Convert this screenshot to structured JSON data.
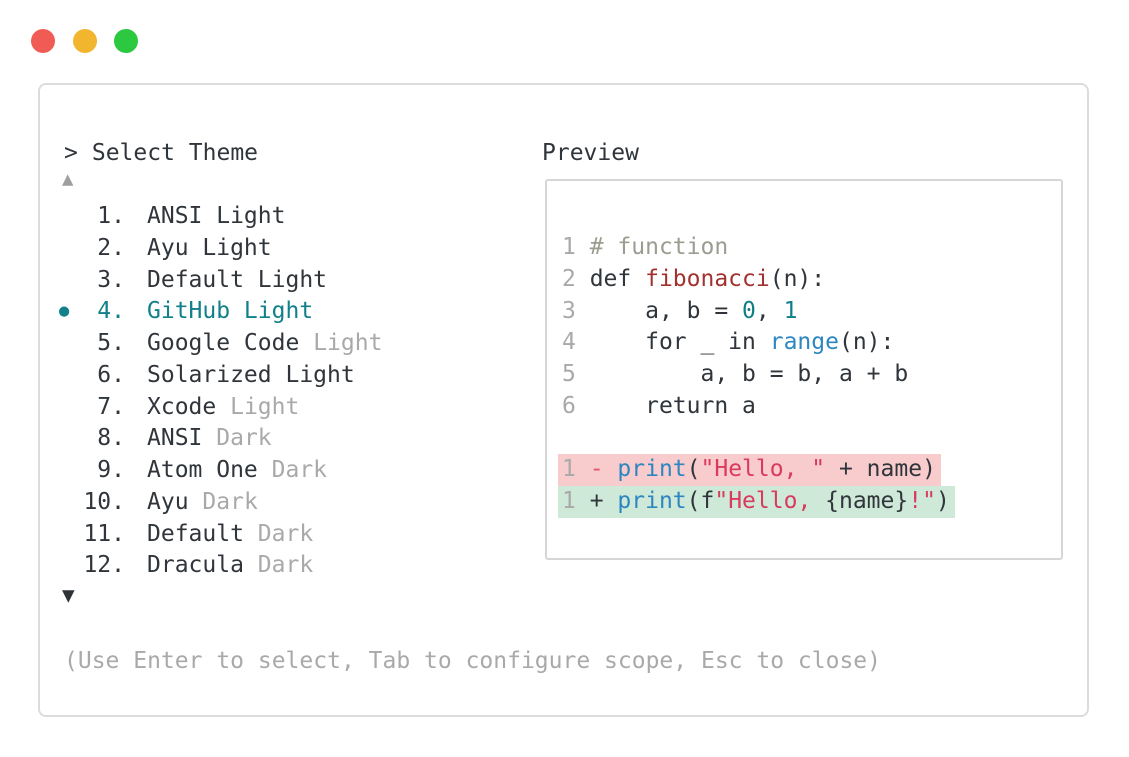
{
  "colors": {
    "accent_teal": "#12808A",
    "text_dark": "#2F353A",
    "muted_gray": "#A9A9A9",
    "comment_olive": "#9A9D8F",
    "function_red": "#A23230",
    "number_teal": "#0F7F87",
    "builtin_blue": "#2E86C1",
    "string_crimson": "#D93A5E",
    "minus_pink": "#E25568",
    "removed_bg": "#F8CBCD",
    "added_bg": "#CFE9D9",
    "traffic_red": "#F05C55",
    "traffic_yellow": "#F2B52E",
    "traffic_green": "#2CC840",
    "border_gray": "#DCDCDC",
    "up_arrow_gray": "#9E9E9E",
    "down_arrow_dark": "#2E3338"
  },
  "header": {
    "prompt_symbol": ">",
    "title": "Select Theme"
  },
  "theme_list": {
    "up_indicator": "▲",
    "down_indicator": "▼",
    "bullet_symbol": "●",
    "items": [
      {
        "number": "1.",
        "label": "ANSI Light",
        "muted_suffix": "",
        "selected": false
      },
      {
        "number": "2.",
        "label": "Ayu Light",
        "muted_suffix": "",
        "selected": false
      },
      {
        "number": "3.",
        "label": "Default Light",
        "muted_suffix": "",
        "selected": false
      },
      {
        "number": "4.",
        "label": "GitHub Light",
        "muted_suffix": "",
        "selected": true
      },
      {
        "number": "5.",
        "label": "Google Code",
        "muted_suffix": "Light",
        "selected": false
      },
      {
        "number": "6.",
        "label": "Solarized Light",
        "muted_suffix": "",
        "selected": false
      },
      {
        "number": "7.",
        "label": "Xcode",
        "muted_suffix": "Light",
        "selected": false
      },
      {
        "number": "8.",
        "label": "ANSI",
        "muted_suffix": "Dark",
        "selected": false
      },
      {
        "number": "9.",
        "label": "Atom One",
        "muted_suffix": "Dark",
        "selected": false
      },
      {
        "number": "10.",
        "label": "Ayu",
        "muted_suffix": "Dark",
        "selected": false
      },
      {
        "number": "11.",
        "label": "Default",
        "muted_suffix": "Dark",
        "selected": false
      },
      {
        "number": "12.",
        "label": "Dracula",
        "muted_suffix": "Dark",
        "selected": false
      }
    ]
  },
  "preview": {
    "label": "Preview",
    "code_lines": [
      {
        "num": "1",
        "bg": "",
        "tokens": [
          [
            "comment",
            "# function"
          ]
        ]
      },
      {
        "num": "2",
        "bg": "",
        "tokens": [
          [
            "text",
            "def "
          ],
          [
            "function",
            "fibonacci"
          ],
          [
            "text",
            "(n):"
          ]
        ]
      },
      {
        "num": "3",
        "bg": "",
        "tokens": [
          [
            "text",
            "    a, b = "
          ],
          [
            "number",
            "0"
          ],
          [
            "text",
            ", "
          ],
          [
            "number",
            "1"
          ]
        ]
      },
      {
        "num": "4",
        "bg": "",
        "tokens": [
          [
            "text",
            "    for _ in "
          ],
          [
            "builtin",
            "range"
          ],
          [
            "text",
            "(n):"
          ]
        ]
      },
      {
        "num": "5",
        "bg": "",
        "tokens": [
          [
            "text",
            "        a, b = b, a + b"
          ]
        ]
      },
      {
        "num": "6",
        "bg": "",
        "tokens": [
          [
            "text",
            "    return a"
          ]
        ]
      },
      {
        "num": "",
        "bg": "",
        "tokens": []
      },
      {
        "num": "1",
        "bg": "removed",
        "tokens": [
          [
            "minus",
            "- "
          ],
          [
            "builtin",
            "print"
          ],
          [
            "text",
            "("
          ],
          [
            "string",
            "\"Hello, \""
          ],
          [
            "text",
            " + name)"
          ]
        ]
      },
      {
        "num": "1",
        "bg": "added",
        "tokens": [
          [
            "text",
            "+ "
          ],
          [
            "builtin",
            "print"
          ],
          [
            "text",
            "(f"
          ],
          [
            "string",
            "\"Hello, "
          ],
          [
            "text",
            "{name}"
          ],
          [
            "string",
            "!\""
          ],
          [
            "text",
            ")"
          ]
        ]
      }
    ]
  },
  "footer": {
    "hint": "(Use Enter to select, Tab to configure scope, Esc to close)"
  }
}
